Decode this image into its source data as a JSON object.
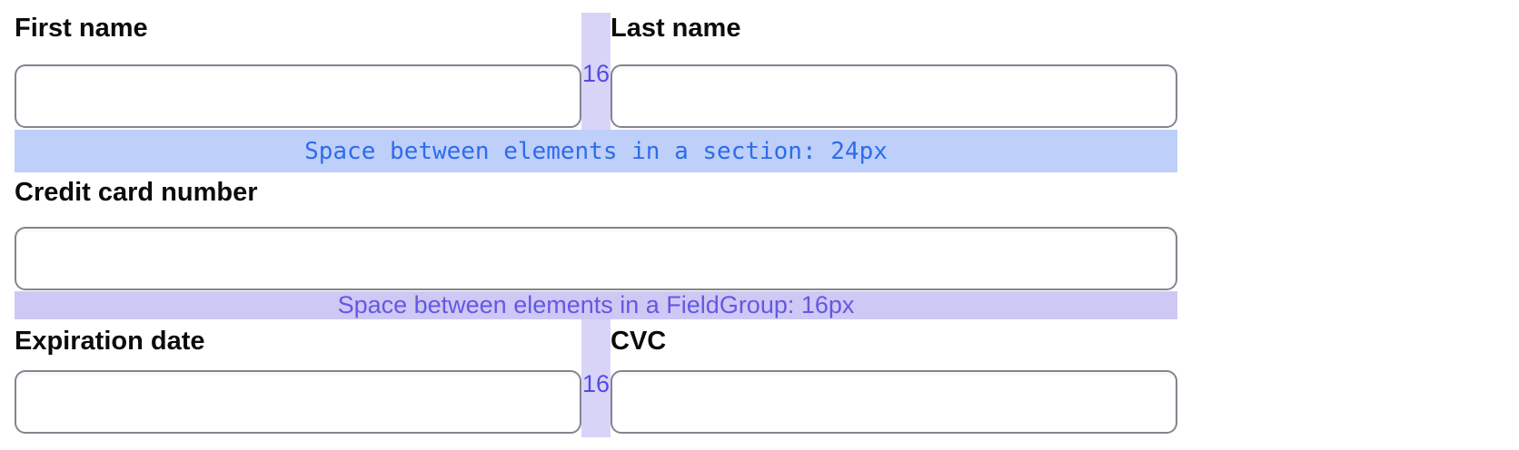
{
  "colors": {
    "page_background": "#ffffff",
    "label_text": "#0b0b0c",
    "input_border": "#81868f",
    "column_gap_strip_bg": "#d8d4f8",
    "gap_label_text": "#544be0",
    "section_spacer_bg": "#bed0fa",
    "section_spacer_text": "#2e6bec",
    "fieldgroup_spacer_bg": "#cdc9f4",
    "fieldgroup_spacer_text": "#6458e3"
  },
  "form": {
    "name_row": {
      "fields": [
        {
          "label": "First name",
          "value": ""
        },
        {
          "label": "Last name",
          "value": ""
        }
      ],
      "gap_label": "16"
    },
    "section_spacer": {
      "text": "Space between elements in a section: 24px"
    },
    "card_section": {
      "label": "Credit card number",
      "value": ""
    },
    "fieldgroup_spacer": {
      "text": "Space between elements in a FieldGroup: 16px"
    },
    "expiry_row": {
      "fields": [
        {
          "label": "Expiration date",
          "value": ""
        },
        {
          "label": "CVC",
          "value": ""
        }
      ],
      "gap_label": "16"
    }
  }
}
